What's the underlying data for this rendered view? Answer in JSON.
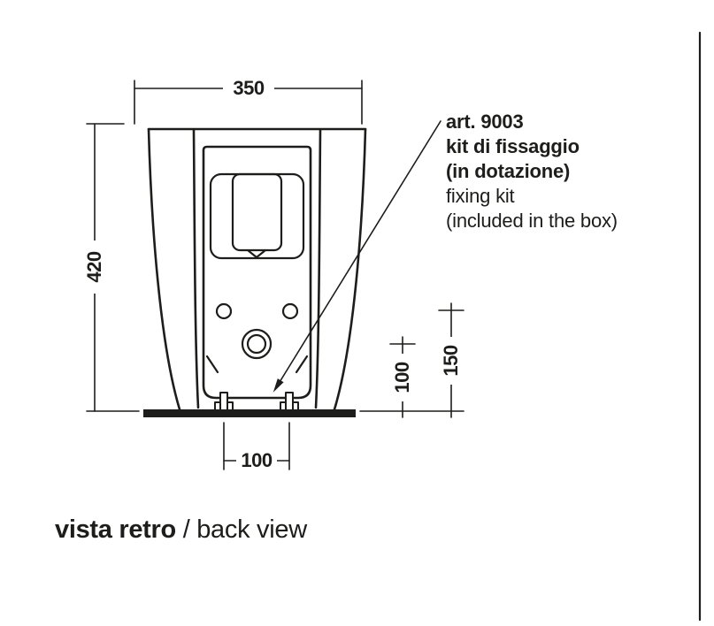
{
  "meta": {
    "ink_color": "#1d1d1b",
    "background_color": "#ffffff",
    "drawing_type": "sanitaryware technical drawing, back view"
  },
  "dimensions": {
    "top_width": "350",
    "overall_height": "420",
    "drain_center_height": "100",
    "fixing_height": "150",
    "bolt_spacing": "100"
  },
  "annotation": {
    "art_number": "art. 9003",
    "line_it_1": "kit di fissaggio",
    "line_it_2": "(in dotazione)",
    "line_en_1": "fixing kit",
    "line_en_2": "(included in the box)"
  },
  "caption": {
    "italian": "vista retro",
    "english": " / back view"
  }
}
